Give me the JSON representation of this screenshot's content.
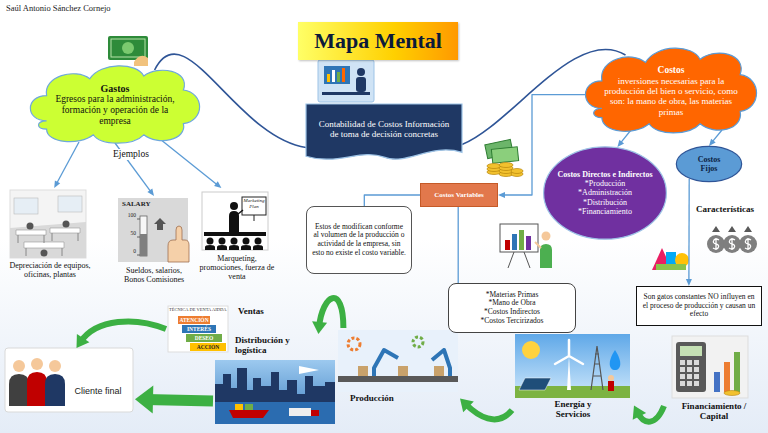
{
  "diagram": {
    "title": "Mapa Mental",
    "nodes": [
      {
        "text": [
          "Gastos",
          "Egresos para la administración, formación y operación de la empresa"
        ]
      },
      {
        "text": [
          "Contabilidad de Costos Información de toma de decisión concretas"
        ]
      },
      {
        "text": [
          "Costos",
          "inversiones necesarias para la producción del bien o servicio, como son: la mano de obra, las materias primas"
        ]
      },
      {
        "text": [
          "Depreciación de equipos, oficinas, plantas"
        ]
      },
      {
        "text": [
          "SALARY",
          "100",
          "50",
          "0",
          "Sueldos, salarios, Bonos Comisiones"
        ]
      },
      {
        "text": [
          "Marketing Plan",
          "Marquetíng, promociones, fuerza de venta"
        ]
      },
      {
        "text": [
          "Costos Directos e Indirectos",
          "*Producción *Administración *Distribución *Financiamiento"
        ]
      },
      {
        "text": [
          "Costos Fijos"
        ]
      },
      {
        "text": [
          "Costos Variables"
        ]
      },
      {
        "text": [
          "Estos de modifican conforme al volumen de la producción o actividad de la empresa, sin esto no existe el costo variable."
        ]
      },
      {
        "text": [
          "*Materias Primas *Mano de Obra *Costos Indirectos *Costos Tercirizados"
        ]
      },
      {
        "text": [
          "Son gatos constantes NO influyen en el proceso de producción y causan un efecto"
        ]
      },
      {
        "text": [
          "Financiamiento / Capital"
        ]
      },
      {
        "text": [
          "Energía y Servicios"
        ]
      },
      {
        "text": [
          "Producción"
        ]
      },
      {
        "text": [
          "Distribución y logística"
        ]
      },
      {
        "text": [
          "TÉCNICA DE VENTA AIDDA",
          "ATENCIÓN",
          "INTERÉS",
          "DESEO",
          "ACCIÓN",
          "Ventas"
        ]
      },
      {
        "text": [
          "Cliente final"
        ]
      }
    ],
    "edges": [
      {
        "from": 0,
        "to": 3,
        "arrow": "to"
      },
      {
        "from": 0,
        "to": 4,
        "arrow": "to"
      },
      {
        "from": 0,
        "to": 5,
        "arrow": "to"
      },
      {
        "from": 0,
        "to": 1,
        "arrow": "none"
      },
      {
        "from": 1,
        "to": 2,
        "arrow": "none"
      },
      {
        "from": 2,
        "to": 6,
        "arrow": "to"
      },
      {
        "from": 2,
        "to": 7,
        "arrow": "to"
      },
      {
        "from": 2,
        "to": 8,
        "arrow": "to"
      },
      {
        "from": 7,
        "to": 11,
        "arrow": "to"
      },
      {
        "from": 8,
        "to": 9,
        "arrow": "none"
      },
      {
        "from": 8,
        "to": 10,
        "arrow": "none"
      },
      {
        "from": 12,
        "to": 13,
        "arrow": "to"
      },
      {
        "from": 13,
        "to": 14,
        "arrow": "to"
      },
      {
        "from": 14,
        "to": 15,
        "arrow": "to"
      },
      {
        "from": 15,
        "to": 17,
        "arrow": "to"
      },
      {
        "from": 16,
        "to": 17,
        "arrow": "to"
      }
    ],
    "labels": [
      "Saúl Antonio Sánchez Cornejo",
      "Ejemplos",
      "Características"
    ]
  }
}
